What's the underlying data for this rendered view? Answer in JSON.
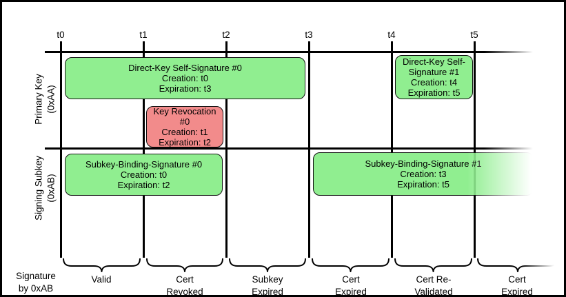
{
  "timeline": {
    "ticks": [
      "t0",
      "t1",
      "t2",
      "t3",
      "t4",
      "t5"
    ]
  },
  "rows": [
    {
      "label_line1": "Primary Key",
      "label_line2": "(0xAA)"
    },
    {
      "label_line1": "Signing Subkey",
      "label_line2": "(0xAB)"
    }
  ],
  "boxes": [
    {
      "title": "Direct-Key Self-Signature #0",
      "creation": "Creation: t0",
      "expiration": "Expiration: t3",
      "color": "#90EE90"
    },
    {
      "title": "Key Revocation #0",
      "creation": "Creation: t1",
      "expiration": "Expiration: t2",
      "color": "#F28B8B"
    },
    {
      "title": "Direct-Key Self-Signature #1",
      "creation": "Creation: t4",
      "expiration": "Expiration: t5",
      "color": "#90EE90"
    },
    {
      "title": "Subkey-Binding-Signature #0",
      "creation": "Creation: t0",
      "expiration": "Expiration: t2",
      "color": "#90EE90"
    },
    {
      "title": "Subkey-Binding-Signature #1",
      "creation": "Creation: t3",
      "expiration": "Expiration: t5",
      "color": "#90EE90"
    }
  ],
  "bottom": {
    "axis_label": "Signature\nby 0xAB",
    "segments": [
      {
        "label": "Valid"
      },
      {
        "label": "Cert\nRevoked"
      },
      {
        "label": "Subkey\nExpired"
      },
      {
        "label": "Cert\nExpired"
      },
      {
        "label": "Cert Re-\nValidated"
      },
      {
        "label": "Cert\nExpired"
      }
    ]
  },
  "colors": {
    "valid_signature_green": "#90EE90",
    "revocation_red": "#F28B8B",
    "line_black": "#000000",
    "background": "#FFFFFF"
  }
}
